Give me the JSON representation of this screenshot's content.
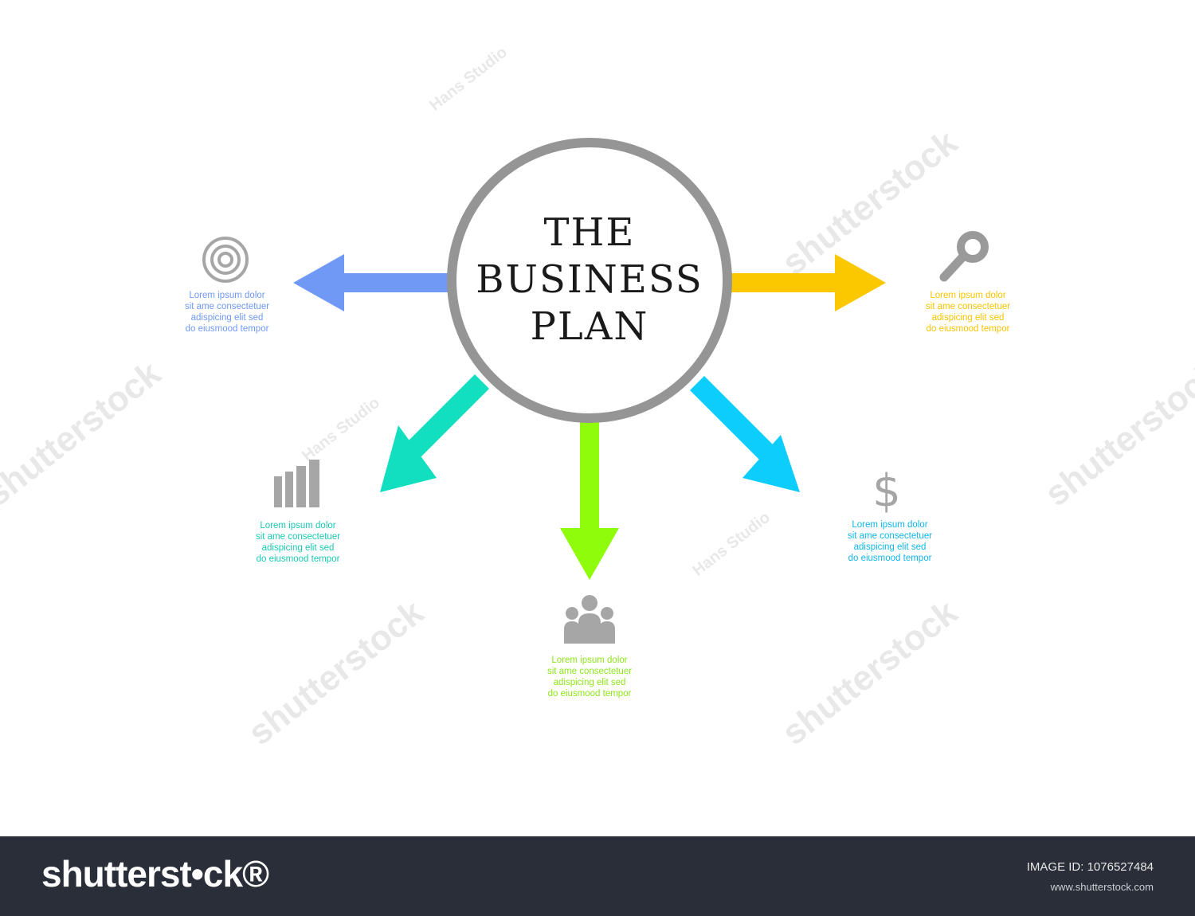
{
  "diagram": {
    "title_lines": [
      "THE",
      "BUSINESS",
      "PLAN"
    ],
    "branches": [
      {
        "id": "target",
        "icon": "target-icon",
        "color": "#6f99f5",
        "direction": "left",
        "text": [
          "Lorem ipsum dolor",
          "sit ame consectetuer",
          "adispicing elit sed",
          "do eiusmood tempor"
        ]
      },
      {
        "id": "search",
        "icon": "magnifier-icon",
        "color": "#f8c400",
        "direction": "right",
        "text": [
          "Lorem ipsum dolor",
          "sit ame consectetuer",
          "adispicing elit sed",
          "do eiusmood tempor"
        ]
      },
      {
        "id": "chart",
        "icon": "bar-chart-icon",
        "color": "#1ac9b3",
        "direction": "down-left",
        "text": [
          "Lorem ipsum dolor",
          "sit ame consectetuer",
          "adispicing elit sed",
          "do eiusmood tempor"
        ]
      },
      {
        "id": "team",
        "icon": "people-icon",
        "color": "#8ee61a",
        "direction": "down",
        "text": [
          "Lorem ipsum dolor",
          "sit ame consectetuer",
          "adispicing elit sed",
          "do eiusmood tempor"
        ]
      },
      {
        "id": "money",
        "icon": "dollar-icon",
        "color": "#10b6e8",
        "direction": "down-right",
        "text": [
          "Lorem ipsum dolor",
          "sit ame consectetuer",
          "adispicing elit sed",
          "do eiusmood tempor"
        ]
      }
    ],
    "circle_color": "#959595",
    "icon_color": "#999999"
  },
  "watermark": {
    "brand": "shutterstock",
    "studio": "Hans Studio"
  },
  "footer": {
    "logo": "shutterst•ck®",
    "image_id_label": "IMAGE ID: 1076527484",
    "site": "www.shutterstock.com"
  }
}
